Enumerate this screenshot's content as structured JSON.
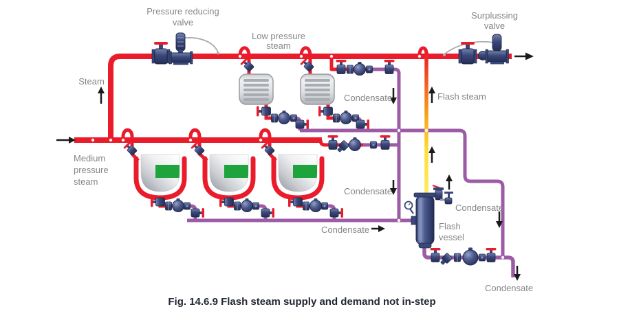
{
  "diagram": {
    "caption": "Fig. 14.6.9 Flash steam supply and demand not in-step",
    "labels": {
      "prv_1": "Pressure reducing",
      "prv_2": "valve",
      "lps_1": "Low pressure",
      "lps_2": "steam",
      "surplus_1": "Surplussing",
      "surplus_2": "valve",
      "steam": "Steam",
      "mps_1": "Medium",
      "mps_2": "pressure",
      "mps_3": "steam",
      "condensate_heat_exchangers": "Condensate",
      "flash_steam": "Flash steam",
      "condensate_trap_station": "Condensate",
      "condensate_pans": "Condensate",
      "flash_vessel_1": "Flash",
      "flash_vessel_2": "vessel",
      "condensate_bypass": "Condensate",
      "condensate_outlet": "Condensate"
    },
    "colors": {
      "steam_pipe_red": "#EA1C2C",
      "condensate_pipe_purple": "#9B5BA5",
      "flash_steam_yellow": "#FFE84D",
      "flash_steam_orange": "#F58220",
      "equipment_navy": "#3A4878",
      "pan_liquid_green": "#1FA33C",
      "label_grey": "#85868A",
      "caption_dark": "#232733",
      "arrow_black": "#1A1A1A",
      "background": "#FFFFFF"
    }
  }
}
